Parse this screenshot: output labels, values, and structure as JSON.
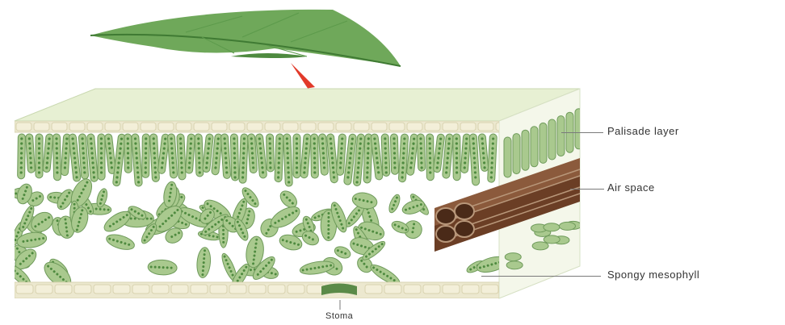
{
  "labels": {
    "palisade": "Palisade layer",
    "air_space": "Air space",
    "spongy": "Spongy mesophyll",
    "stoma": "Stoma"
  },
  "colors": {
    "leaf_green": "#7fb068",
    "leaf_dark": "#4e8a3f",
    "cell_fill": "#a9c98e",
    "cell_stroke": "#6e9a5a",
    "epidermis": "#ece8cf",
    "epidermis_cell": "#d9d3b0",
    "arrow": "#e23a2a",
    "vein_dark": "#4a2a18",
    "vein_light": "#b8977a"
  },
  "icons": {
    "whole_leaf": "leaf-icon",
    "zoom_arrow": "down-arrow-icon"
  }
}
